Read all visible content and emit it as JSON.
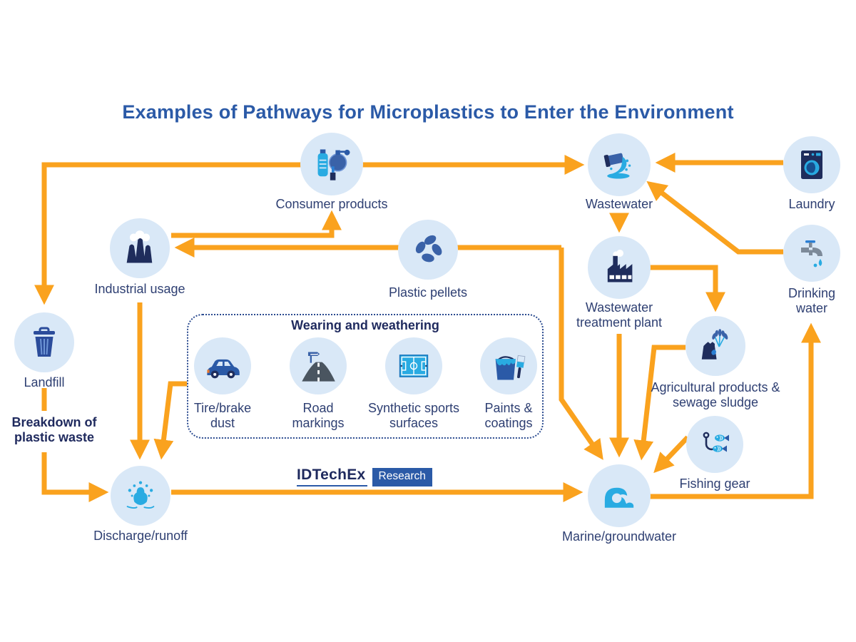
{
  "title": "Examples of Pathways for Microplastics to Enter the Environment",
  "nodes": {
    "consumer": {
      "label": "Consumer products",
      "icon": "consumer-products-icon"
    },
    "wastewater": {
      "label": "Wastewater",
      "icon": "wastewater-pipe-icon"
    },
    "laundry": {
      "label": "Laundry",
      "icon": "washing-machine-icon"
    },
    "industrial": {
      "label": "Industrial usage",
      "icon": "cooling-towers-icon"
    },
    "pellets": {
      "label": "Plastic pellets",
      "icon": "pellets-icon"
    },
    "wwtp": {
      "label": "Wastewater treatment plant",
      "icon": "treatment-plant-icon"
    },
    "drinking": {
      "label": "Drinking water",
      "icon": "faucet-icon"
    },
    "landfill": {
      "label": "Landfill",
      "icon": "trash-can-icon"
    },
    "agricultural": {
      "label": "Agricultural products & sewage sludge",
      "icon": "wheat-sack-icon"
    },
    "fishing": {
      "label": "Fishing gear",
      "icon": "hook-fish-icon"
    },
    "discharge": {
      "label": "Discharge/runoff",
      "icon": "splash-icon"
    },
    "marine": {
      "label": "Marine/groundwater",
      "icon": "wave-icon"
    }
  },
  "weathering": {
    "title": "Wearing and weathering",
    "items": {
      "tire": {
        "label": "Tire/brake dust",
        "icon": "car-icon"
      },
      "road": {
        "label": "Road markings",
        "icon": "road-icon"
      },
      "sports": {
        "label": "Synthetic sports surfaces",
        "icon": "sports-field-icon"
      },
      "paints": {
        "label": "Paints & coatings",
        "icon": "paint-bucket-icon"
      }
    }
  },
  "annotations": {
    "breakdown": "Breakdown of plastic waste"
  },
  "logo": {
    "brand": "IDTechEx",
    "division": "Research"
  },
  "edges": [
    {
      "from": "Consumer products",
      "to": "Landfill"
    },
    {
      "from": "Consumer products",
      "to": "Wastewater"
    },
    {
      "from": "Laundry",
      "to": "Wastewater"
    },
    {
      "from": "Drinking water",
      "to": "Wastewater"
    },
    {
      "from": "Industrial usage",
      "to": "Consumer products"
    },
    {
      "from": "Plastic pellets",
      "to": "Industrial usage"
    },
    {
      "from": "Plastic pellets",
      "to": "Marine/groundwater"
    },
    {
      "from": "Wastewater",
      "to": "Wastewater treatment plant"
    },
    {
      "from": "Wastewater treatment plant",
      "to": "Agricultural products & sewage sludge"
    },
    {
      "from": "Wastewater treatment plant",
      "to": "Marine/groundwater"
    },
    {
      "from": "Agricultural products & sewage sludge",
      "to": "Marine/groundwater"
    },
    {
      "from": "Fishing gear",
      "to": "Marine/groundwater"
    },
    {
      "from": "Landfill",
      "to": "Discharge/runoff",
      "via": "Breakdown of plastic waste"
    },
    {
      "from": "Industrial usage",
      "to": "Discharge/runoff"
    },
    {
      "from": "Wearing and weathering",
      "to": "Discharge/runoff"
    },
    {
      "from": "Discharge/runoff",
      "to": "Marine/groundwater"
    },
    {
      "from": "Marine/groundwater",
      "to": "Drinking water"
    }
  ],
  "colors": {
    "arrow_orange": "#FAA21E",
    "title_blue": "#2B5AA7",
    "label_navy": "#2E3F72",
    "dark_navy": "#1F2D5C",
    "mid_blue": "#3A62A8",
    "cyan": "#29ABE2",
    "circle_fill": "#D9E8F7"
  }
}
